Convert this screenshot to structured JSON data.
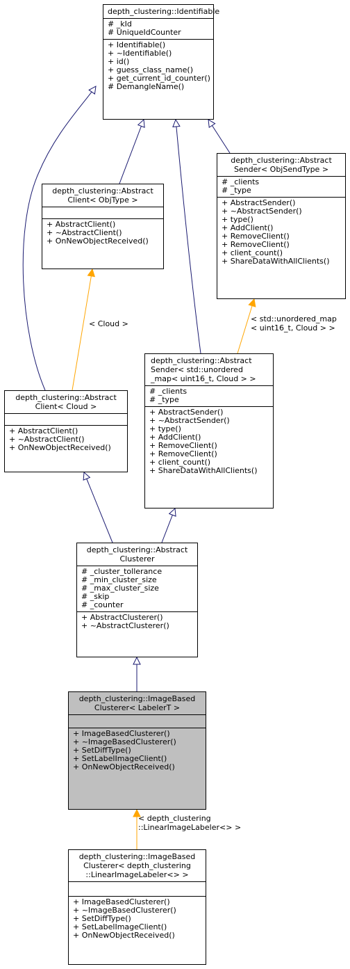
{
  "classes": {
    "identifiable": {
      "title": [
        "depth_clustering::Identifiable"
      ],
      "attributes": [
        "# _kId",
        "# UniqueIdCounter"
      ],
      "methods": [
        "+ Identifiable()",
        "+ ~Identifiable()",
        "+ id()",
        "+ guess_class_name()",
        "+ get_current_id_counter()",
        "# DemangleName()"
      ]
    },
    "client_objtype": {
      "title": [
        "depth_clustering::Abstract",
        "Client< ObjType >"
      ],
      "attributes": [],
      "methods": [
        "+ AbstractClient()",
        "+ ~AbstractClient()",
        "+ OnNewObjectReceived()"
      ]
    },
    "sender_objsendtype": {
      "title": [
        "depth_clustering::Abstract",
        "Sender< ObjSendType >"
      ],
      "attributes": [
        "# _clients",
        "# _type"
      ],
      "methods": [
        "+ AbstractSender()",
        "+ ~AbstractSender()",
        "+ type()",
        "+ AddClient()",
        "+ RemoveClient()",
        "+ RemoveClient()",
        "+ client_count()",
        "+ ShareDataWithAllClients()"
      ]
    },
    "client_cloud": {
      "title": [
        "depth_clustering::Abstract",
        "Client< Cloud >"
      ],
      "attributes": [],
      "methods": [
        "+ AbstractClient()",
        "+ ~AbstractClient()",
        "+ OnNewObjectReceived()"
      ]
    },
    "sender_map": {
      "title": [
        "depth_clustering::Abstract",
        "Sender< std::unordered",
        "_map< uint16_t, Cloud > >"
      ],
      "attributes": [
        "# _clients",
        "# _type"
      ],
      "methods": [
        "+ AbstractSender()",
        "+ ~AbstractSender()",
        "+ type()",
        "+ AddClient()",
        "+ RemoveClient()",
        "+ RemoveClient()",
        "+ client_count()",
        "+ ShareDataWithAllClients()"
      ]
    },
    "clusterer": {
      "title": [
        "depth_clustering::Abstract",
        "Clusterer"
      ],
      "attributes": [
        "# _cluster_tollerance",
        "# _min_cluster_size",
        "# _max_cluster_size",
        "# _skip",
        "# _counter"
      ],
      "methods": [
        "+ AbstractClusterer()",
        "+ ~AbstractClusterer()"
      ]
    },
    "image_based": {
      "title": [
        "depth_clustering::ImageBased",
        "Clusterer< LabelerT >"
      ],
      "attributes": [],
      "methods": [
        "+ ImageBasedClusterer()",
        "+ ~ImageBasedClusterer()",
        "+ SetDiffType()",
        "+ SetLabelImageClient()",
        "+ OnNewObjectReceived()"
      ]
    },
    "image_based_linear": {
      "title": [
        "depth_clustering::ImageBased",
        "Clusterer< depth_clustering",
        "::LinearImageLabeler<> >"
      ],
      "attributes": [],
      "methods": [
        "+ ImageBasedClusterer()",
        "+ ~ImageBasedClusterer()",
        "+ SetDiffType()",
        "+ SetLabelImageClient()",
        "+ OnNewObjectReceived()"
      ]
    }
  },
  "edge_labels": {
    "cloud": [
      "< Cloud >"
    ],
    "map": [
      "< std::unordered_map",
      "< uint16_t, Cloud > >"
    ],
    "labeler": [
      "< depth_clustering",
      "::LinearImageLabeler<> >"
    ]
  },
  "colors": {
    "inheritance": "#191970",
    "template": "#ffa500",
    "highlight": "#bfbfbf"
  }
}
